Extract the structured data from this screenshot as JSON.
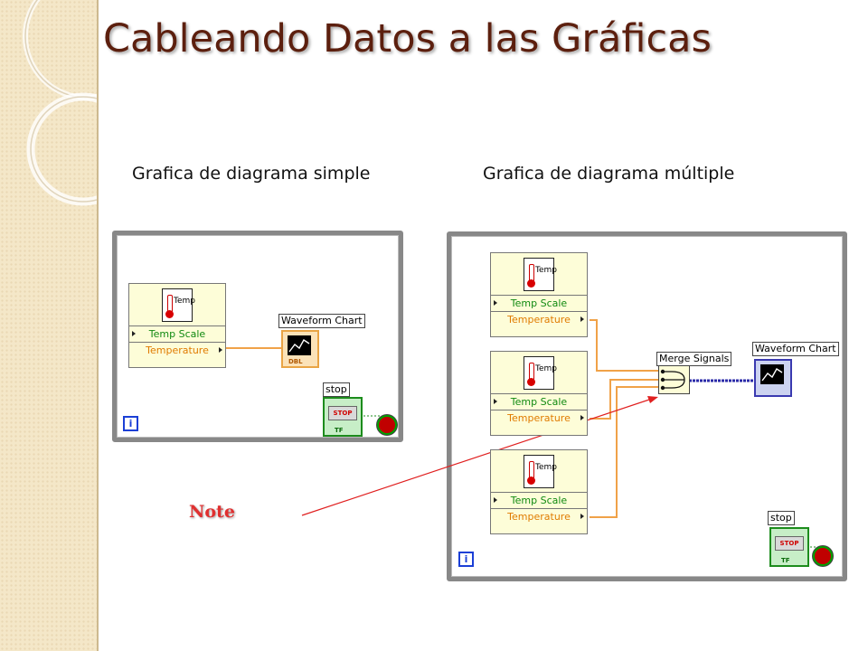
{
  "slide": {
    "title": "Cableando Datos a las Gráficas",
    "subtitle_left": "Grafica de diagrama simple",
    "subtitle_right": "Grafica de diagrama múltiple",
    "note": "Note"
  },
  "single_diagram": {
    "node": {
      "icon_text": "Temp",
      "scale_label": "Temp Scale",
      "temp_label": "Temperature"
    },
    "chart_label": "Waveform Chart",
    "chart_type": "DBL",
    "stop_label": "stop",
    "stop_button": "STOP",
    "stop_tf": "TF",
    "iteration": "i"
  },
  "multi_diagram": {
    "nodes": [
      {
        "icon_text": "Temp",
        "scale_label": "Temp Scale",
        "temp_label": "Temperature"
      },
      {
        "icon_text": "Temp",
        "scale_label": "Temp Scale",
        "temp_label": "Temperature"
      },
      {
        "icon_text": "Temp",
        "scale_label": "Temp Scale",
        "temp_label": "Temperature"
      }
    ],
    "merge_label": "Merge Signals",
    "chart_label": "Waveform Chart",
    "stop_label": "stop",
    "stop_button": "STOP",
    "stop_tf": "TF",
    "iteration": "i"
  },
  "colors": {
    "title": "#5c1f0e",
    "orange_wire": "#f0a248",
    "blue_wire": "#2a2aa8",
    "note_arrow": "#e02020",
    "loop_border": "#888888",
    "strip_bg": "#f4e7c8"
  }
}
